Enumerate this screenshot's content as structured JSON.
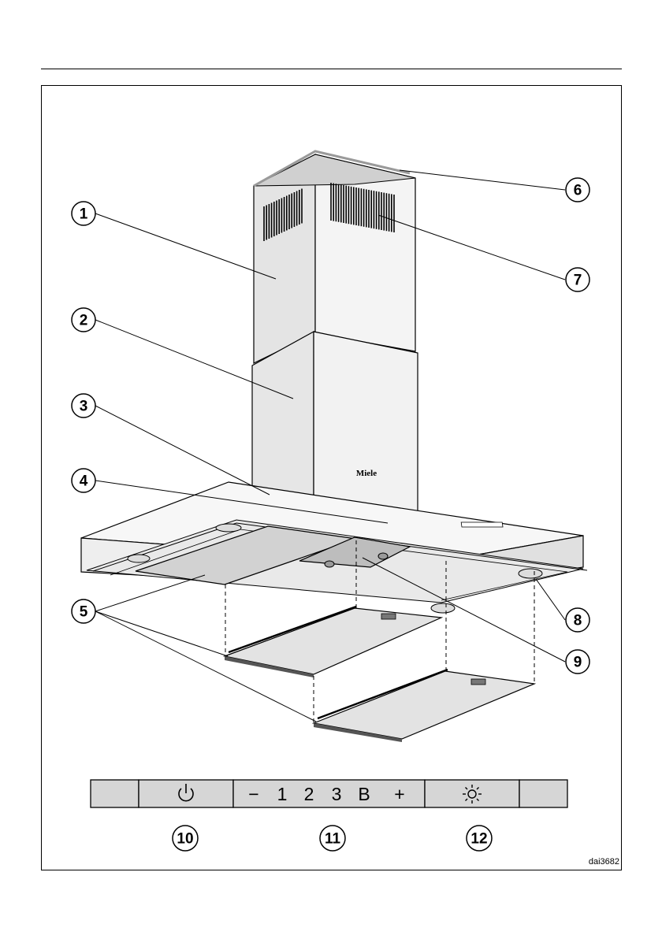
{
  "brand": "Miele",
  "figure_ref": "dai3682",
  "callouts": [
    "1",
    "2",
    "3",
    "4",
    "5",
    "6",
    "7",
    "8",
    "9",
    "10",
    "11",
    "12"
  ],
  "control_panel": {
    "on_off_icon": "power-icon",
    "fan_controls": [
      "−",
      "1",
      "2",
      "3",
      "B",
      "+"
    ],
    "light_icon": "light-icon"
  }
}
